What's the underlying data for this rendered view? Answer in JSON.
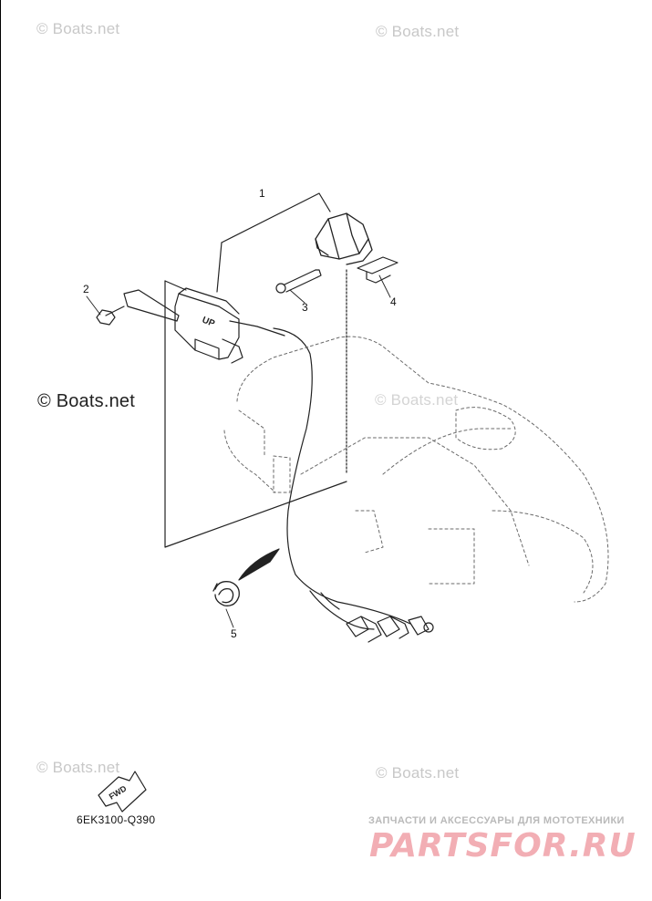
{
  "watermarks": {
    "top_left": "© Boats.net",
    "top_right": "© Boats.net",
    "center": "© Boats.net",
    "left_main": "© Boats.net",
    "bottom_left": "© Boats.net",
    "bottom_right": "© Boats.net"
  },
  "callouts": [
    "1",
    "2",
    "3",
    "4",
    "5"
  ],
  "diagram_code": "6EK3100-Q390",
  "labels": {
    "up": "UP",
    "fwd": "FWD"
  },
  "branding": {
    "tagline": "ЗАПЧАСТИ И АКСЕССУАРЫ ДЛЯ МОТОТЕХНИКИ",
    "logo": "PARTSFOR.RU"
  }
}
